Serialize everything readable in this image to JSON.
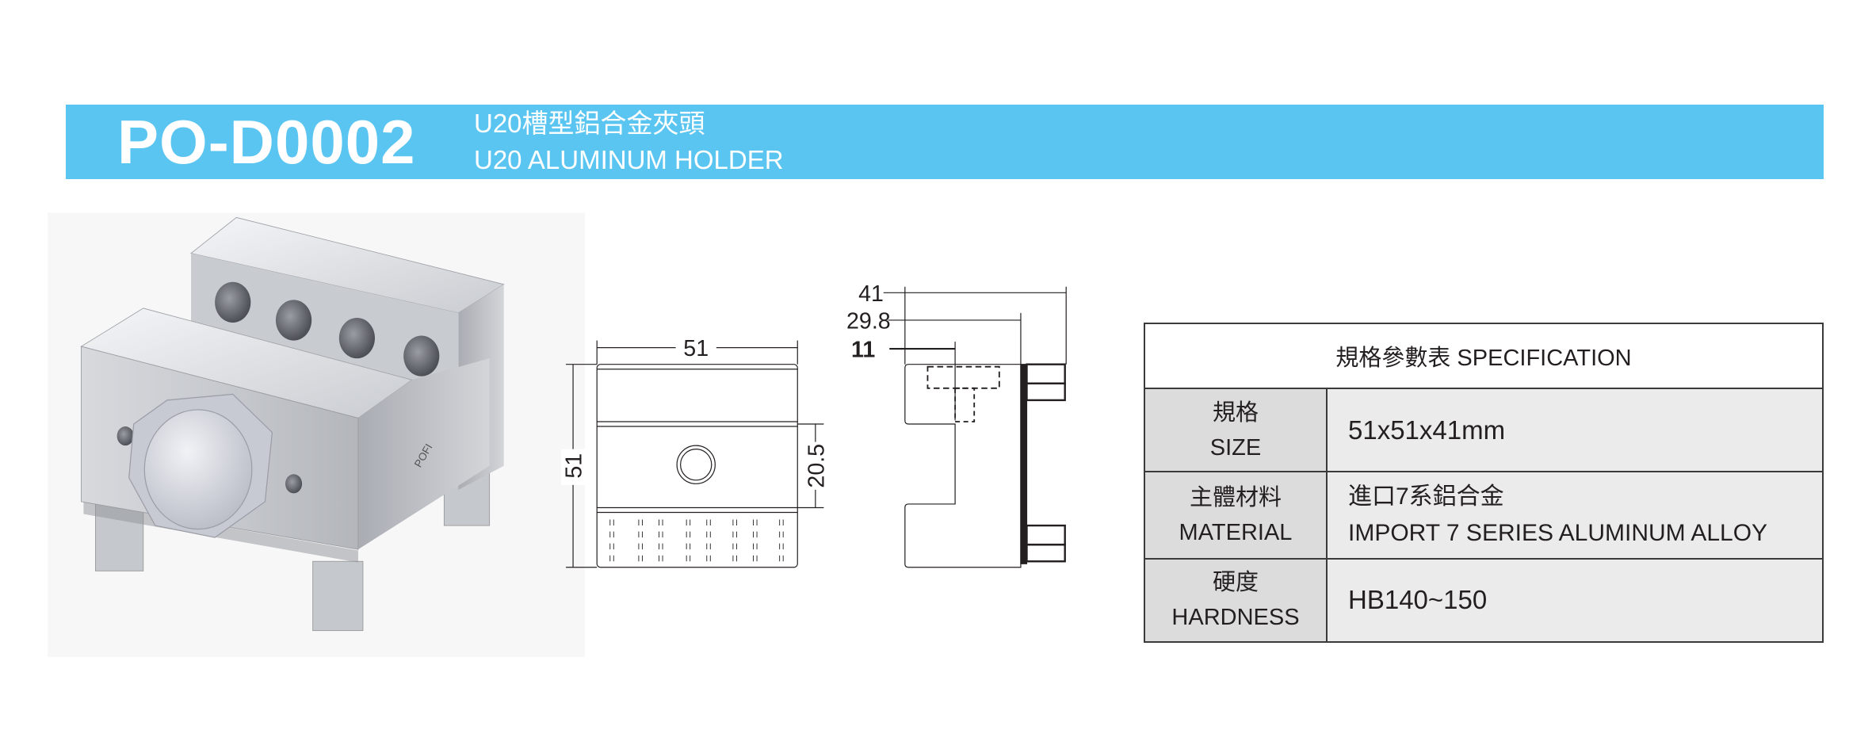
{
  "header": {
    "model": "PO-D0002",
    "title_zh": "U20槽型鋁合金夾頭",
    "title_en": "U20 ALUMINUM HOLDER"
  },
  "photo": {
    "brand_mark": "POFI"
  },
  "drawing": {
    "front": {
      "width": "51",
      "height": "51",
      "hole_offset": "20.5"
    },
    "side": {
      "depth": "41",
      "inner_depth": "29.8",
      "slot": "11"
    }
  },
  "spec_table": {
    "title": "規格參數表 SPECIFICATION",
    "rows": [
      {
        "label_zh": "規格",
        "label_en": "SIZE",
        "value": "51x51x41mm"
      },
      {
        "label_zh": "主體材料",
        "label_en": "MATERIAL",
        "value_zh": "進口7系鋁合金",
        "value": "IMPORT 7 SERIES ALUMINUM ALLOY"
      },
      {
        "label_zh": "硬度",
        "label_en": "HARDNESS",
        "value": "HB140~150"
      }
    ]
  },
  "colors": {
    "banner": "#5bc5f1",
    "label_cell": "#dcdcdc",
    "value_cell": "#ebebeb"
  }
}
